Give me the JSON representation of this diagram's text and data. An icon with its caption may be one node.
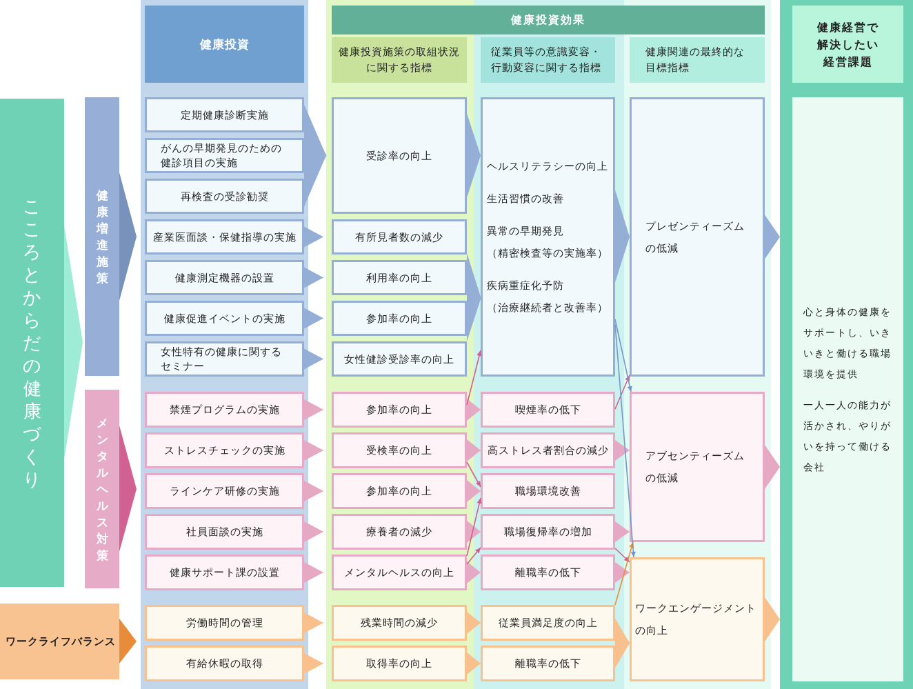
{
  "diagram": {
    "nodes": [
      {
        "text": [
          "健康投資"
        ]
      },
      {
        "text": [
          "健康投資効果"
        ]
      },
      {
        "text": [
          "健康投資施策の取組状況に関する指標"
        ]
      },
      {
        "text": [
          "従業員等の意識変容・行動変容に関する指標"
        ]
      },
      {
        "text": [
          "健康関連の最終的な目標指標"
        ]
      },
      {
        "text": [
          "健康経営で解決したい経営課題"
        ]
      },
      {
        "text": [
          "こころとからだの健康づくり"
        ]
      },
      {
        "text": [
          "健康増進施策"
        ]
      },
      {
        "text": [
          "メンタルヘルス対策"
        ]
      },
      {
        "text": [
          "ワークライフバランス"
        ]
      },
      {
        "text": [
          "定期健康診断実施"
        ]
      },
      {
        "text": [
          "がんの早期発見のための健診項目の実施"
        ]
      },
      {
        "text": [
          "再検査の受診勧奨"
        ]
      },
      {
        "text": [
          "産業医面談・保健指導の実施"
        ]
      },
      {
        "text": [
          "健康測定機器の設置"
        ]
      },
      {
        "text": [
          "健康促進イベントの実施"
        ]
      },
      {
        "text": [
          "女性特有の健康に関するセミナー"
        ]
      },
      {
        "text": [
          "禁煙プログラムの実施"
        ]
      },
      {
        "text": [
          "ストレスチェックの実施"
        ]
      },
      {
        "text": [
          "ラインケア研修の実施"
        ]
      },
      {
        "text": [
          "社員面談の実施"
        ]
      },
      {
        "text": [
          "健康サポート課の設置"
        ]
      },
      {
        "text": [
          "労働時間の管理"
        ]
      },
      {
        "text": [
          "有給休暇の取得"
        ]
      },
      {
        "text": [
          "受診率の向上"
        ]
      },
      {
        "text": [
          "有所見者数の減少"
        ]
      },
      {
        "text": [
          "利用率の向上"
        ]
      },
      {
        "text": [
          "参加率の向上"
        ]
      },
      {
        "text": [
          "女性健診受診率の向上"
        ]
      },
      {
        "text": [
          "参加率の向上"
        ]
      },
      {
        "text": [
          "受検率の向上"
        ]
      },
      {
        "text": [
          "参加率の向上"
        ]
      },
      {
        "text": [
          "療養者の減少"
        ]
      },
      {
        "text": [
          "メンタルヘルスの向上"
        ]
      },
      {
        "text": [
          "残業時間の減少"
        ]
      },
      {
        "text": [
          "取得率の向上"
        ]
      },
      {
        "text": [
          "ヘルスリテラシーの向上",
          "生活習慣の改善",
          "異常の早期発見（精密検査等の実施率）",
          "疾病重症化予防（治療継続者と改善率）"
        ]
      },
      {
        "text": [
          "喫煙率の低下"
        ]
      },
      {
        "text": [
          "高ストレス者割合の減少"
        ]
      },
      {
        "text": [
          "職場環境改善"
        ]
      },
      {
        "text": [
          "職場復帰率の増加"
        ]
      },
      {
        "text": [
          "離職率の低下"
        ]
      },
      {
        "text": [
          "従業員満足度の向上"
        ]
      },
      {
        "text": [
          "離職率の低下"
        ]
      },
      {
        "text": [
          "プレゼンティーズムの低減"
        ]
      },
      {
        "text": [
          "アブセンティーズムの低減"
        ]
      },
      {
        "text": [
          "ワークエンゲージメントの向上"
        ]
      },
      {
        "text": [
          "心と身体の健康をサポートし、いきいきと働ける職場環境を提供",
          "一人一人の能力が活かされ、やりがいを持って働ける会社"
        ]
      }
    ],
    "edges": [
      {
        "from": 10,
        "to": 24,
        "arrow": "to"
      },
      {
        "from": 11,
        "to": 24,
        "arrow": "to"
      },
      {
        "from": 12,
        "to": 24,
        "arrow": "to"
      },
      {
        "from": 13,
        "to": 25,
        "arrow": "to"
      },
      {
        "from": 14,
        "to": 26,
        "arrow": "to"
      },
      {
        "from": 15,
        "to": 27,
        "arrow": "to"
      },
      {
        "from": 16,
        "to": 28,
        "arrow": "to"
      },
      {
        "from": 17,
        "to": 29,
        "arrow": "to",
        "color": "#e6a9c4"
      },
      {
        "from": 18,
        "to": 30,
        "arrow": "to",
        "color": "#e6a9c4"
      },
      {
        "from": 19,
        "to": 31,
        "arrow": "to",
        "color": "#e6a9c4"
      },
      {
        "from": 20,
        "to": 32,
        "arrow": "to",
        "color": "#e6a9c4"
      },
      {
        "from": 21,
        "to": 33,
        "arrow": "to",
        "color": "#e6a9c4"
      },
      {
        "from": 22,
        "to": 34,
        "arrow": "to",
        "color": "#f8c08c"
      },
      {
        "from": 23,
        "to": 35,
        "arrow": "to",
        "color": "#f8c08c"
      },
      {
        "from": 24,
        "to": 36,
        "arrow": "to"
      },
      {
        "from": 25,
        "to": 36,
        "arrow": "to"
      },
      {
        "from": 26,
        "to": 36,
        "arrow": "to"
      },
      {
        "from": 27,
        "to": 36,
        "arrow": "to"
      },
      {
        "from": 28,
        "to": 36,
        "arrow": "to"
      },
      {
        "from": 29,
        "to": 37,
        "arrow": "to",
        "color": "#e6a9c4"
      },
      {
        "from": 30,
        "to": 38,
        "arrow": "to",
        "color": "#e6a9c4"
      },
      {
        "from": 31,
        "to": 39,
        "arrow": "to",
        "color": "#e6a9c4"
      },
      {
        "from": 32,
        "to": 40,
        "arrow": "to",
        "color": "#e6a9c4"
      },
      {
        "from": 33,
        "to": 41,
        "arrow": "to",
        "color": "#e6a9c4"
      },
      {
        "from": 34,
        "to": 42,
        "arrow": "to",
        "color": "#f8c08c"
      },
      {
        "from": 35,
        "to": 43,
        "arrow": "to",
        "color": "#f8c08c"
      },
      {
        "from": 29,
        "to": 36,
        "arrow": "to",
        "color": "#d2608f"
      },
      {
        "from": 30,
        "to": 39,
        "arrow": "to",
        "color": "#d2608f"
      },
      {
        "from": 33,
        "to": 39,
        "arrow": "to",
        "color": "#d2608f"
      },
      {
        "from": 33,
        "to": 40,
        "arrow": "to",
        "color": "#d2608f"
      },
      {
        "from": 36,
        "to": 44,
        "arrow": "to"
      },
      {
        "from": 37,
        "to": 44,
        "arrow": "to",
        "color": "#d2608f"
      },
      {
        "from": 38,
        "to": 45,
        "arrow": "to",
        "color": "#e6a9c4"
      },
      {
        "from": 40,
        "to": 45,
        "arrow": "to",
        "color": "#e6a9c4"
      },
      {
        "from": 40,
        "to": 46,
        "arrow": "to",
        "color": "#d2608f"
      },
      {
        "from": 41,
        "to": 46,
        "arrow": "to",
        "color": "#e6a9c4"
      },
      {
        "from": 42,
        "to": 46,
        "arrow": "to",
        "color": "#f8c08c"
      },
      {
        "from": 43,
        "to": 46,
        "arrow": "to",
        "color": "#f8c08c"
      },
      {
        "from": 42,
        "to": 45,
        "arrow": "to",
        "color": "#eb8c36"
      },
      {
        "from": 36,
        "to": 45,
        "arrow": "to",
        "color": "#7897c8"
      },
      {
        "from": 36,
        "to": 46,
        "arrow": "to",
        "color": "#7897c8"
      },
      {
        "from": 44,
        "to": 47,
        "arrow": "to"
      },
      {
        "from": 45,
        "to": 47,
        "arrow": "to",
        "color": "#e6a9c4"
      },
      {
        "from": 46,
        "to": 47,
        "arrow": "to",
        "color": "#f8c08c"
      }
    ]
  }
}
